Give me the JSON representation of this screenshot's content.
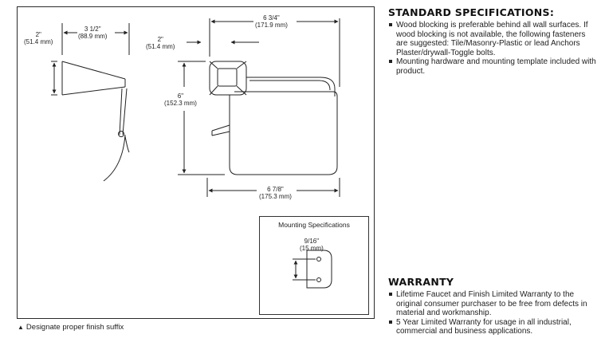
{
  "drawing": {
    "dims": {
      "side_depth": [
        "3 1/2\"",
        "(88.9 mm)"
      ],
      "side_height": [
        "2\"",
        "(51.4 mm)"
      ],
      "front_width": [
        "6 3/4\"",
        "(171.9 mm)"
      ],
      "front_top": [
        "2\"",
        "(51.4 mm)"
      ],
      "front_height": [
        "6\"",
        "(152.3 mm)"
      ],
      "front_bottom_width": [
        "6 7/8\"",
        "(175.3 mm)"
      ]
    },
    "mounting": {
      "title": "Mounting Specifications",
      "dim": [
        "9/16\"",
        "(15 mm)"
      ]
    },
    "footnote": "Designate proper finish suffix"
  },
  "standard_specs": {
    "title": "STANDARD SPECIFICATIONS:",
    "items": [
      "Wood blocking is preferable behind all wall surfaces. If wood blocking is not available, the following fasteners are suggested: Tile/Masonry-Plastic or lead Anchors Plaster/drywall-Toggle bolts.",
      "Mounting hardware and mounting template included with product."
    ]
  },
  "warranty": {
    "title": "WARRANTY",
    "items": [
      "Lifetime Faucet and Finish Limited Warranty to the original consumer purchaser to be free from defects in material and workmanship.",
      "5 Year Limited Warranty for usage in all industrial, commercial and business applications."
    ]
  }
}
